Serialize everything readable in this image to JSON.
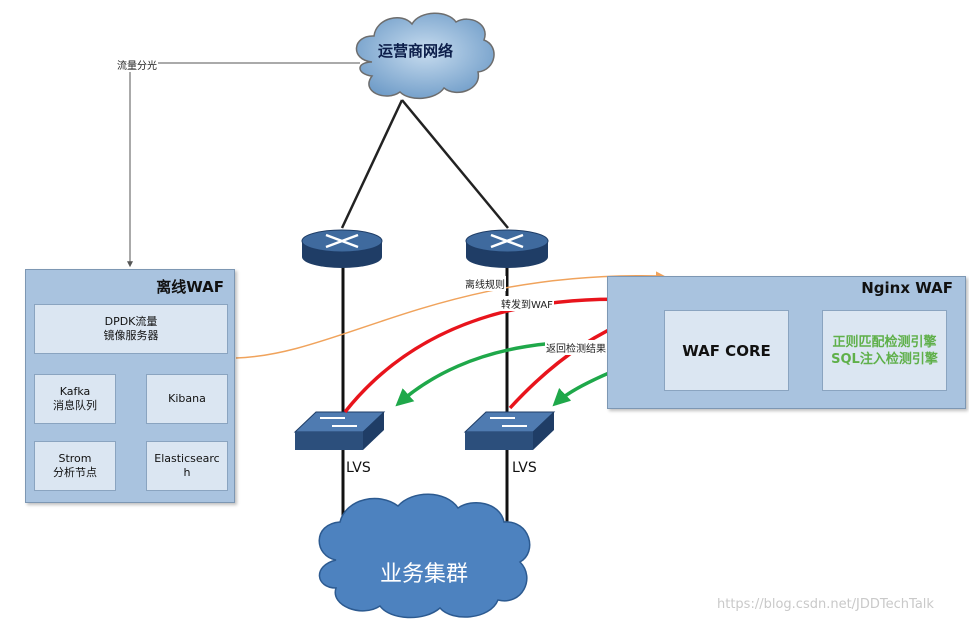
{
  "isp_cloud": {
    "label": "运营商网络"
  },
  "traffic_split_label": "流量分光",
  "offline_waf": {
    "title": "离线WAF",
    "dpdk": "DPDK流量\n镜像服务器",
    "kafka": "Kafka\n消息队列",
    "kibana": "Kibana",
    "storm": "Strom\n分析节点",
    "elasticsearch": "Elasticsearc\nh"
  },
  "nginx_waf": {
    "title": "Nginx WAF",
    "core": "WAF CORE",
    "engines": "正则匹配检测引擎\nSQL注入检测引擎"
  },
  "edge_labels": {
    "offline_rules": "离线规则",
    "forward_to_waf": "转发到WAF",
    "return_result": "返回检测结果"
  },
  "lvs_left": "LVS",
  "lvs_right": "LVS",
  "cluster_cloud": {
    "label": "业务集群"
  },
  "watermark": "https://blog.csdn.net/JDDTechTalk",
  "colors": {
    "forward": "#e8141c",
    "return": "#1fa84a",
    "offline": "#f0a35c",
    "device": "#2c4f7c"
  }
}
